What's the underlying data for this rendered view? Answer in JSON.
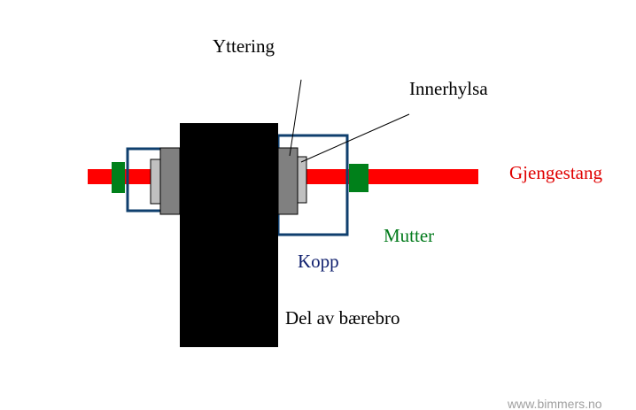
{
  "labels": {
    "yttering": "Yttering",
    "innerhylsa": "Innerhylsa",
    "gjengestang": "Gjengestang",
    "mutter": "Mutter",
    "kopp": "Kopp",
    "bracket": "Del av bærebro"
  },
  "watermark": "www.bimmers.no",
  "colors": {
    "rod": "#ff0000",
    "nut": "#00801a",
    "cup": "#0f3f6e",
    "bracket": "#000000",
    "outer_ring": "#808080",
    "inner_sleeve": "#c0c0c0",
    "label_rod": "#e00000",
    "label_nut": "#007a1a",
    "label_cup": "#10206e",
    "label_default": "#000000",
    "watermark": "#a0a0a0"
  }
}
